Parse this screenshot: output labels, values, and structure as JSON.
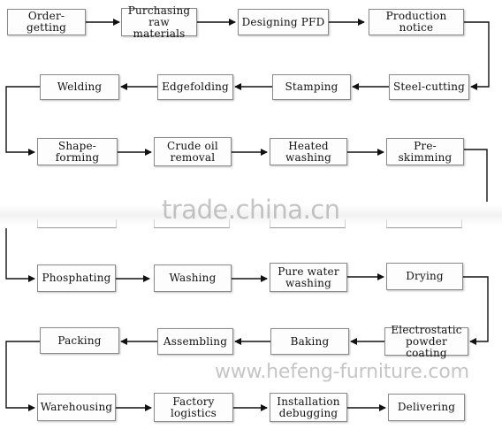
{
  "steps": [
    {
      "id": "order-getting",
      "label": "Order-getting"
    },
    {
      "id": "purchasing-raw-materials",
      "label": "Purchasing\nraw materials"
    },
    {
      "id": "designing-pfd",
      "label": "Designing PFD"
    },
    {
      "id": "production-notice",
      "label": "Production notice"
    },
    {
      "id": "steel-cutting",
      "label": "Steel-cutting"
    },
    {
      "id": "stamping",
      "label": "Stamping"
    },
    {
      "id": "edgefolding",
      "label": "Edgefolding"
    },
    {
      "id": "welding",
      "label": "Welding"
    },
    {
      "id": "shape-forming",
      "label": "Shape-forming"
    },
    {
      "id": "crude-oil-removal",
      "label": "Crude oil\nremoval"
    },
    {
      "id": "heated-washing",
      "label": "Heated washing"
    },
    {
      "id": "pre-skimming",
      "label": "Pre-skimming"
    },
    {
      "id": "phosphating",
      "label": "Phosphating"
    },
    {
      "id": "washing",
      "label": "Washing"
    },
    {
      "id": "pure-water-washing",
      "label": "Pure water\nwashing"
    },
    {
      "id": "drying",
      "label": "Drying"
    },
    {
      "id": "electrostatic-powder-coating",
      "label": "Electrostatic\npowder coating"
    },
    {
      "id": "baking",
      "label": "Baking"
    },
    {
      "id": "assembling",
      "label": "Assembling"
    },
    {
      "id": "packing",
      "label": "Packing"
    },
    {
      "id": "warehousing",
      "label": "Warehousing"
    },
    {
      "id": "factory-logistics",
      "label": "Factory\nlogistics"
    },
    {
      "id": "installation-debugging",
      "label": "Installation\ndebugging"
    },
    {
      "id": "delivering",
      "label": "Delivering"
    }
  ],
  "watermarks": {
    "top": "trade.china.cn",
    "bottom": "www.hefeng-furniture.com"
  },
  "colors": {
    "box_border": "#8a8a8a",
    "arrow": "#111111",
    "watermark": "#969696"
  }
}
